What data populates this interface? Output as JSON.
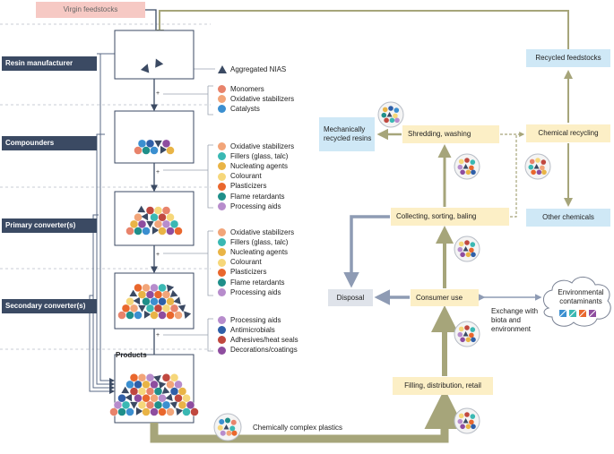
{
  "top_box": "Virgin feedstocks",
  "stages": [
    {
      "label": "Resin manufacturer"
    },
    {
      "label": "Compounders"
    },
    {
      "label": "Primary converter(s)"
    },
    {
      "label": "Secondary converter(s)"
    }
  ],
  "products_label": "Products",
  "nias_label": "Aggregated NIAS",
  "legend_groups": [
    [
      {
        "label": "Monomers",
        "color": "#e8836b"
      },
      {
        "label": "Oxidative stabilizers",
        "color": "#f2a579"
      },
      {
        "label": "Catalysts",
        "color": "#3b8fd0"
      }
    ],
    [
      {
        "label": "Oxidative stabilizers",
        "color": "#f2a579"
      },
      {
        "label": "Fillers (glass, talc)",
        "color": "#3ab8b3"
      },
      {
        "label": "Nucleating agents",
        "color": "#e9b446"
      },
      {
        "label": "Colourant",
        "color": "#f6d77a"
      },
      {
        "label": "Plasticizers",
        "color": "#e9672d"
      },
      {
        "label": "Flame retardants",
        "color": "#1f8f8a"
      },
      {
        "label": "Processing aids",
        "color": "#b78ccc"
      }
    ],
    [
      {
        "label": "Oxidative stabilizers",
        "color": "#f2a579"
      },
      {
        "label": "Fillers (glass, talc)",
        "color": "#3ab8b3"
      },
      {
        "label": "Nucleating agents",
        "color": "#e9b446"
      },
      {
        "label": "Colourant",
        "color": "#f6d77a"
      },
      {
        "label": "Plasticizers",
        "color": "#e9672d"
      },
      {
        "label": "Flame retardants",
        "color": "#1f8f8a"
      },
      {
        "label": "Processing aids",
        "color": "#b78ccc"
      }
    ],
    [
      {
        "label": "Processing aids",
        "color": "#b78ccc"
      },
      {
        "label": "Antimicrobials",
        "color": "#2f5fa8"
      },
      {
        "label": "Adhesives/heat seals",
        "color": "#c0483f"
      },
      {
        "label": "Decorations/coatings",
        "color": "#8e4d9f"
      }
    ]
  ],
  "plus_sign": "+",
  "bottom_label": "Chemically complex plastics",
  "lifecycle": {
    "recycled_feedstocks": "Recycled feedstocks",
    "mechanically_recycled": "Mechanically recycled resins",
    "shredding": "Shredding, washing",
    "chemical_recycling": "Chemical recycling",
    "collecting": "Collecting, sorting, baling",
    "other_chemicals": "Other chemicals",
    "disposal": "Disposal",
    "consumer_use": "Consumer use",
    "filling": "Filling, distribution, retail",
    "exchange": "Exchange with biota and environment",
    "env_contaminants": "Environmental contaminants"
  },
  "colors": {
    "stage_label_bg": "#3b4a63",
    "olive_arrow": "#a6a57a",
    "grey_arrow": "#8e9bb4",
    "nias_triangle": "#3b4a63"
  }
}
